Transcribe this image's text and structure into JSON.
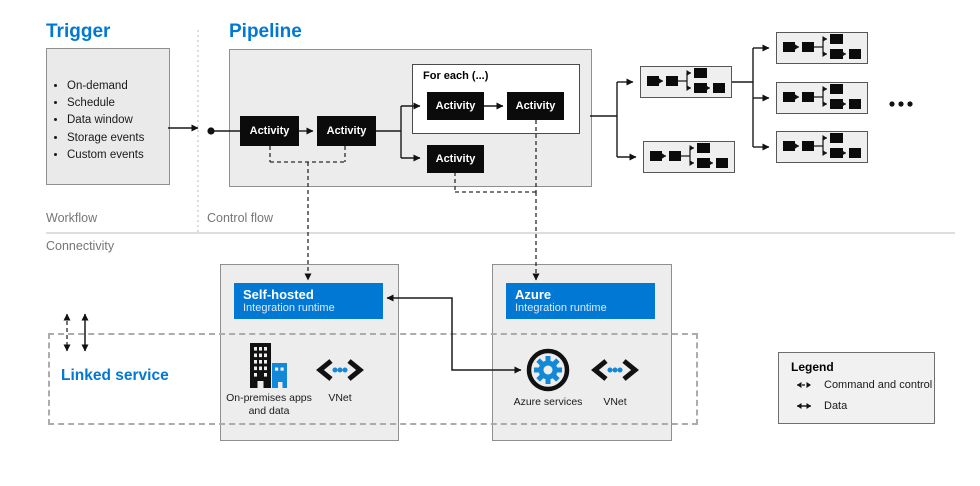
{
  "colors": {
    "accent": "#0078D4",
    "icon_blue": "#1488D8",
    "box_fill": "#EAEAEA",
    "activity_black": "#0B0B0B"
  },
  "headings": {
    "trigger": "Trigger",
    "pipeline": "Pipeline"
  },
  "trigger": {
    "items": [
      "On-demand",
      "Schedule",
      "Data window",
      "Storage events",
      "Custom events"
    ]
  },
  "pipeline": {
    "activity_label": "Activity",
    "foreach_label": "For each (...)"
  },
  "sections": {
    "workflow": "Workflow",
    "control_flow": "Control flow",
    "connectivity": "Connectivity"
  },
  "runtimes": {
    "self_hosted": {
      "title": "Self-hosted",
      "subtitle": "Integration runtime",
      "icons": [
        {
          "name": "on-premises-buildings-icon",
          "label": "On-premises apps and data"
        },
        {
          "name": "vnet-icon",
          "label": "VNet"
        }
      ]
    },
    "azure": {
      "title": "Azure",
      "subtitle": "Integration runtime",
      "icons": [
        {
          "name": "azure-services-gear-icon",
          "label": "Azure services"
        },
        {
          "name": "vnet-icon",
          "label": "VNet"
        }
      ]
    }
  },
  "linked_service": {
    "label": "Linked service"
  },
  "legend": {
    "title": "Legend",
    "items": [
      {
        "style": "dashed",
        "name": "command-and-control-arrow",
        "label": "Command and control"
      },
      {
        "style": "solid",
        "name": "data-arrow",
        "label": "Data"
      }
    ]
  }
}
